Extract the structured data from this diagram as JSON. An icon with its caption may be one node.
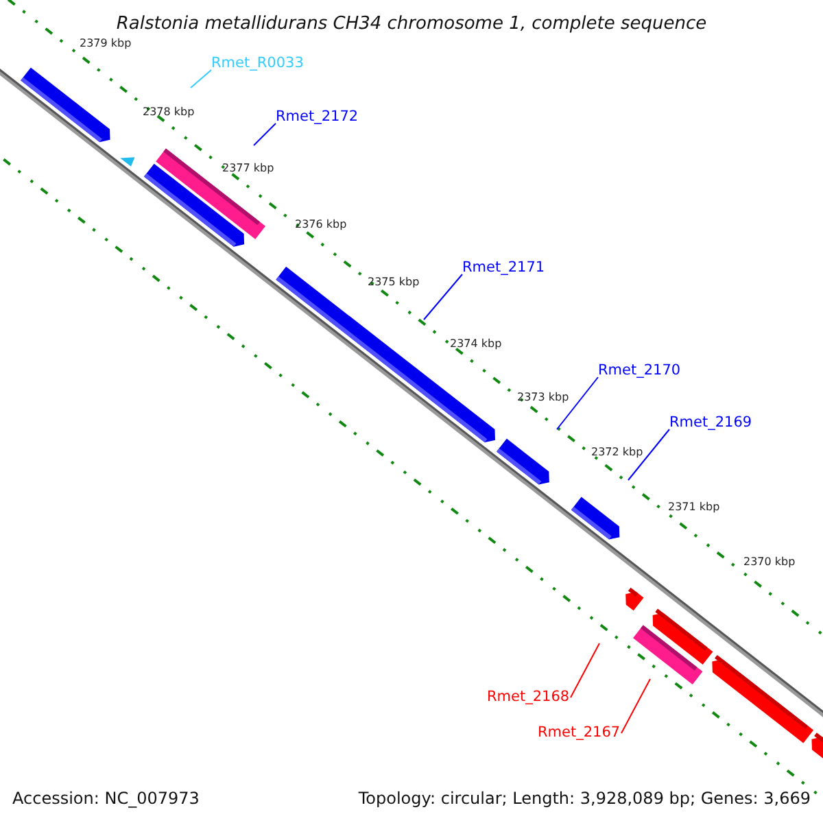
{
  "diagram": {
    "title": "Ralstonia metallidurans CH34 chromosome 1, complete sequence",
    "nodes": [
      {
        "text": [
          "Rmet_R0033"
        ]
      },
      {
        "text": [
          "Rmet_2172"
        ]
      },
      {
        "text": [
          "Rmet_2171"
        ]
      },
      {
        "text": [
          "Rmet_2170"
        ]
      },
      {
        "text": [
          "Rmet_2169"
        ]
      },
      {
        "text": [
          "Rmet_2168"
        ]
      },
      {
        "text": [
          "Rmet_2167"
        ]
      }
    ],
    "edges": [
      {
        "from": 0,
        "to": null,
        "arrow": "none",
        "color": "#33ccff"
      },
      {
        "from": 1,
        "to": null,
        "arrow": "none"
      },
      {
        "from": 2,
        "to": null,
        "arrow": "none"
      },
      {
        "from": 3,
        "to": null,
        "arrow": "none"
      },
      {
        "from": 4,
        "to": null,
        "arrow": "none"
      },
      {
        "from": 5,
        "to": null,
        "arrow": "none",
        "color": "#ff0000"
      },
      {
        "from": 6,
        "to": null,
        "arrow": "none",
        "color": "#ff0000"
      }
    ],
    "labels": [
      "2379 kbp",
      "2378 kbp",
      "2377 kbp",
      "2376 kbp",
      "2375 kbp",
      "2374 kbp",
      "2373 kbp",
      "2372 kbp",
      "2371 kbp",
      "2370 kbp",
      "Accession: NC_007973",
      "Topology: circular; Length: 3,928,089 bp; Genes: 3,669"
    ]
  }
}
